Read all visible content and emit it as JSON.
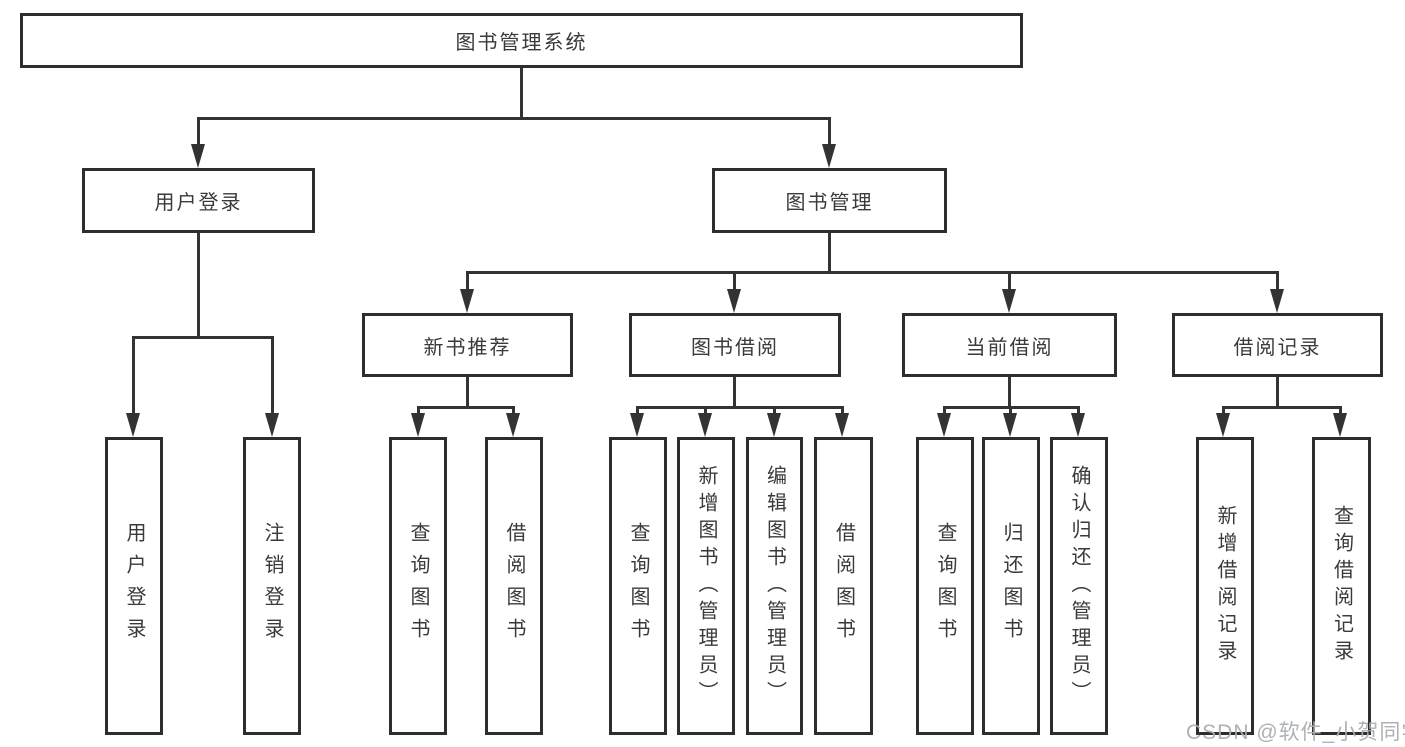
{
  "watermark": "CSDN @软件_小贺同学",
  "colors": {
    "line": "#333333",
    "box_border": "#2d2d2d",
    "text": "#3a3a3a",
    "watermark": "#aaadb1",
    "background": "#ffffff"
  },
  "tree": {
    "root": {
      "label": "图书管理系统"
    },
    "level2": [
      {
        "label": "用户登录"
      },
      {
        "label": "图书管理"
      }
    ],
    "level3": [
      {
        "label": "新书推荐"
      },
      {
        "label": "图书借阅"
      },
      {
        "label": "当前借阅"
      },
      {
        "label": "借阅记录"
      }
    ],
    "leaves": {
      "user_login": [
        "用户登录",
        "注销登录"
      ],
      "new_book_recommend": [
        "查询图书",
        "借阅图书"
      ],
      "book_borrow": [
        "查询图书",
        "新增图书（管理员）",
        "编辑图书（管理员）",
        "借阅图书"
      ],
      "current_borrow": [
        "查询图书",
        "归还图书",
        "确认归还（管理员）"
      ],
      "borrow_records": [
        "新增借阅记录",
        "查询借阅记录"
      ]
    }
  }
}
